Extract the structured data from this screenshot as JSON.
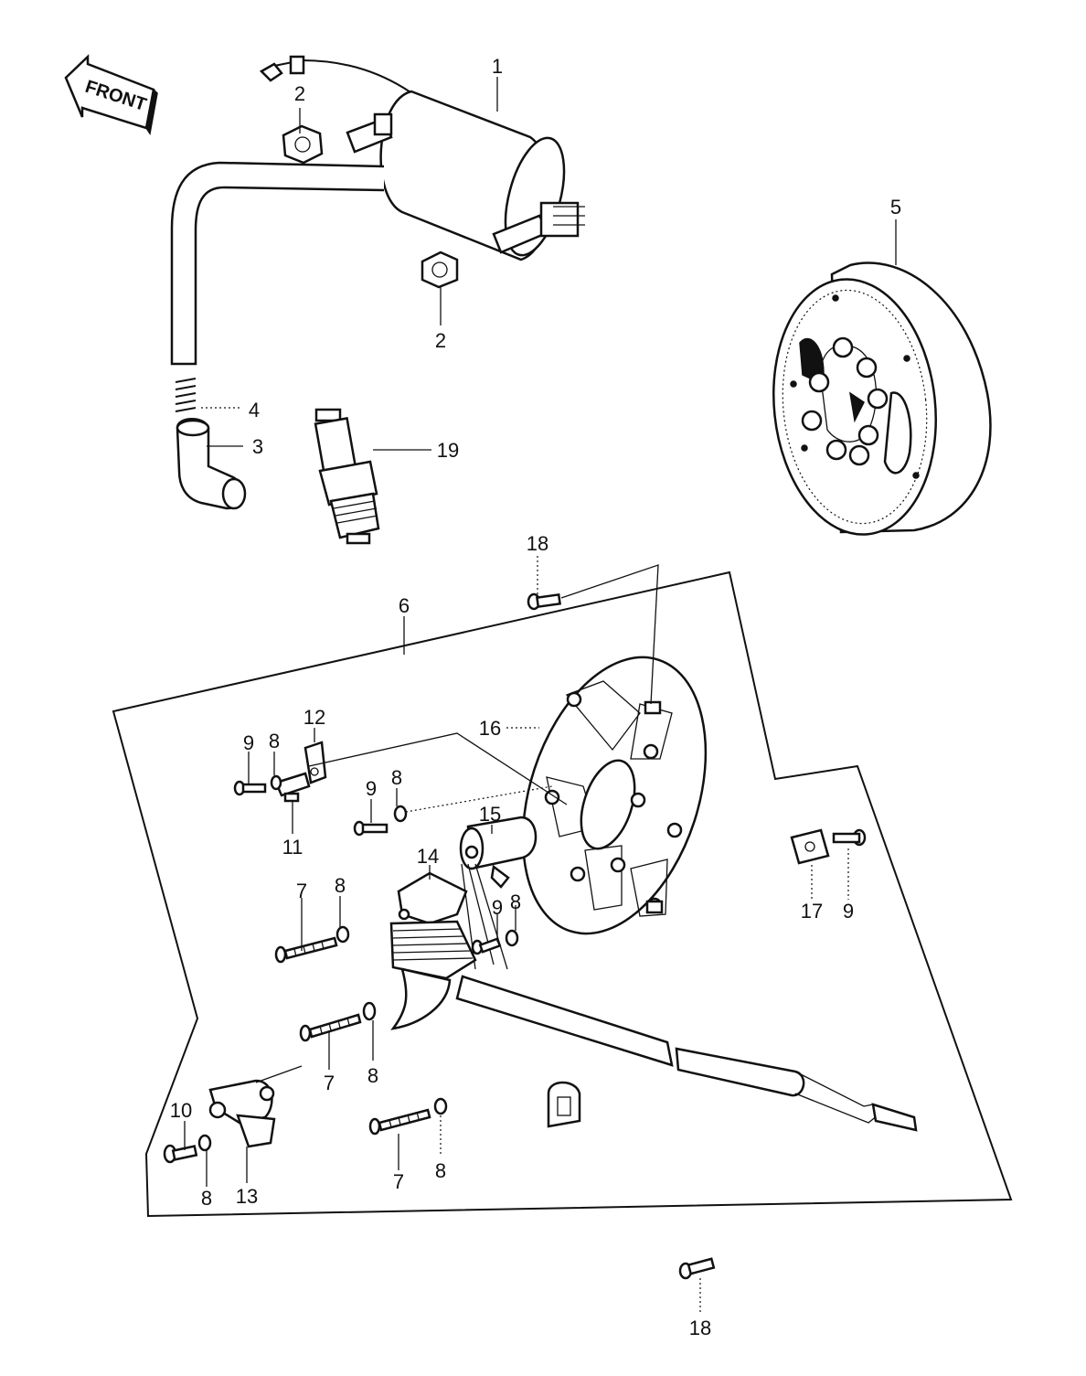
{
  "front_label": "FRONT",
  "callouts": {
    "c1": "1",
    "c2a": "2",
    "c2b": "2",
    "c3": "3",
    "c4": "4",
    "c5": "5",
    "c6": "6",
    "c7a": "7",
    "c7b": "7",
    "c7c": "7",
    "c8a": "8",
    "c8b": "8",
    "c8c": "8",
    "c8d": "8",
    "c8e": "8",
    "c8f": "8",
    "c8g": "8",
    "c9a": "9",
    "c9b": "9",
    "c9c": "9",
    "c9d": "9",
    "c10": "10",
    "c11": "11",
    "c12": "12",
    "c13": "13",
    "c14": "14",
    "c15": "15",
    "c16": "16",
    "c17": "17",
    "c18a": "18",
    "c18b": "18",
    "c19": "19"
  }
}
